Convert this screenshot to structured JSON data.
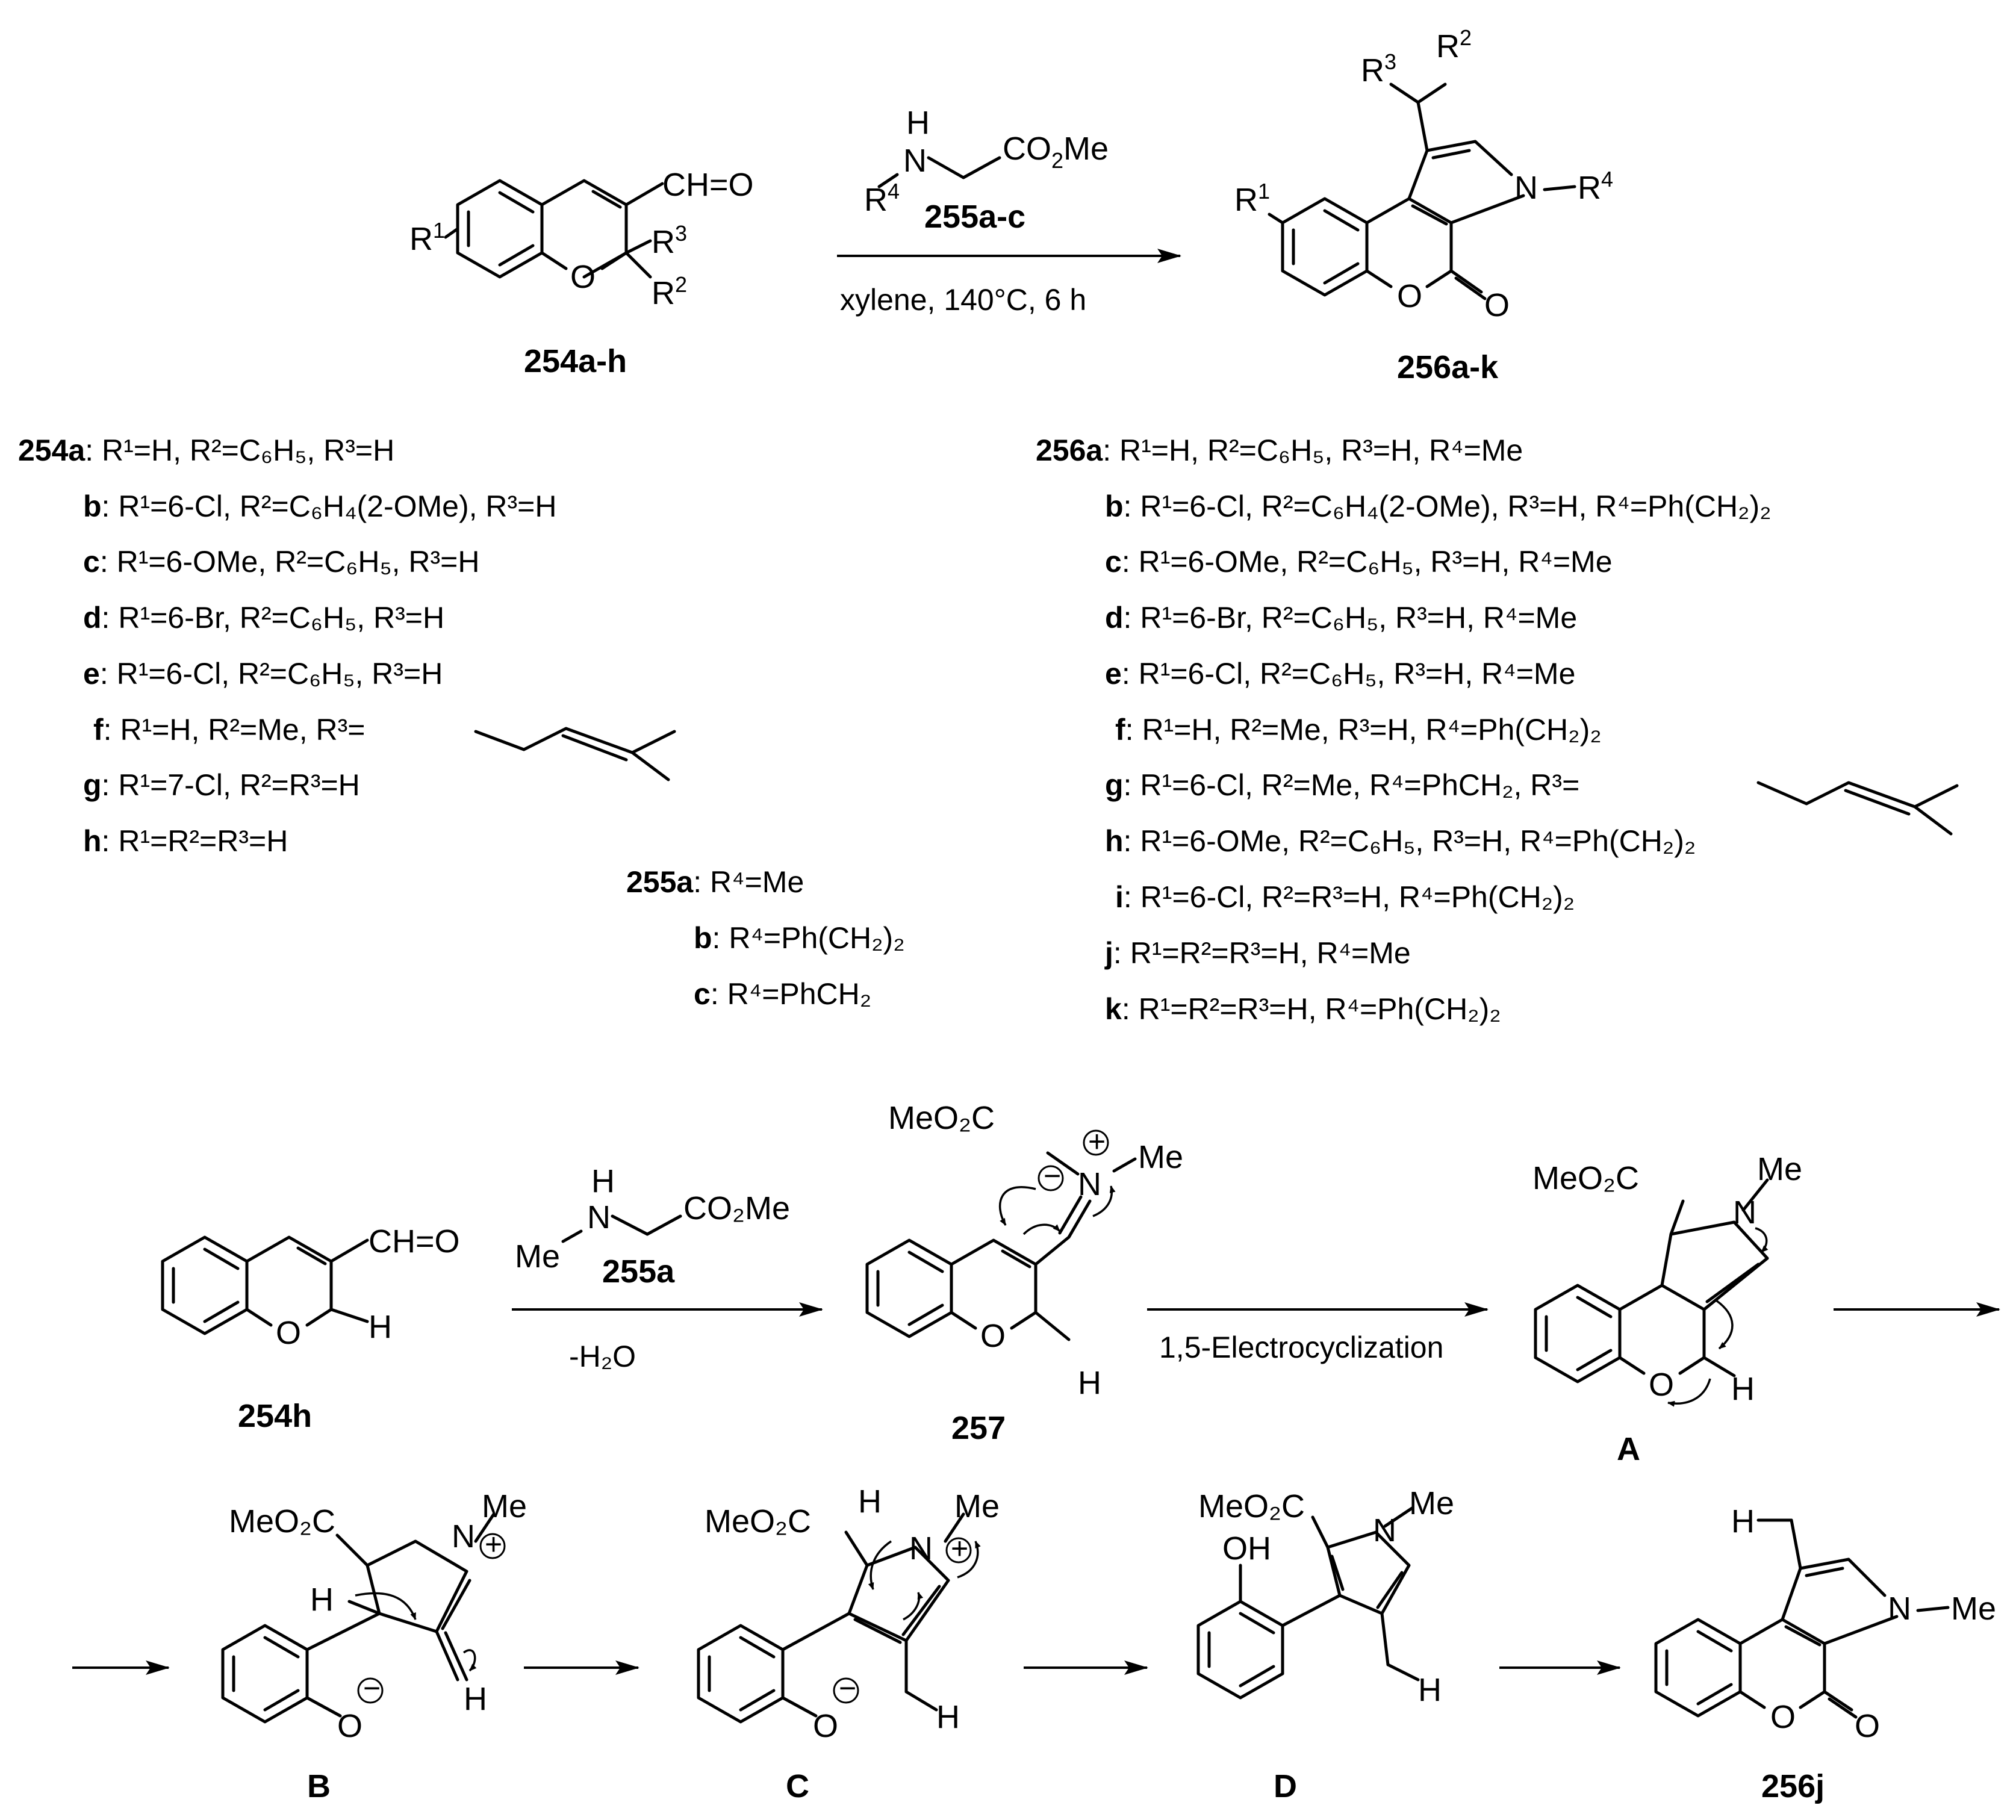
{
  "scheme1": {
    "reactant": {
      "label": "254a-h",
      "r1": "R",
      "r1_sup": "1",
      "r2": "R",
      "r2_sup": "2",
      "r3": "R",
      "r3_sup": "3",
      "cho": "CH=O",
      "o": "O"
    },
    "reagent": {
      "label": "255a-c",
      "nh": "N",
      "h": "H",
      "r4": "R",
      "r4_sup": "4",
      "ester": "CO",
      "ester_sub": "2",
      "ester_tail": "Me"
    },
    "conditions": "xylene, 140°C, 6 h",
    "product": {
      "label": "256a-k",
      "r1": "R",
      "r1_sup": "1",
      "r2": "R",
      "r2_sup": "2",
      "r3": "R",
      "r3_sup": "3",
      "n": "N",
      "r4": "R",
      "r4_sup": "4",
      "o_ring": "O",
      "o_carbonyl": "O"
    }
  },
  "table_254": {
    "title_bold": "254a",
    "rows": [
      {
        "key": "254a",
        "text": ": R¹=H, R²=C₆H₅, R³=H"
      },
      {
        "key": "b",
        "text": ": R¹=6-Cl, R²=C₆H₄(2-OMe), R³=H"
      },
      {
        "key": "c",
        "text": ": R¹=6-OMe, R²=C₆H₅, R³=H"
      },
      {
        "key": "d",
        "text": ": R¹=6-Br, R²=C₆H₅, R³=H"
      },
      {
        "key": "e",
        "text": ": R¹=6-Cl, R²=C₆H₅, R³=H"
      },
      {
        "key": "f",
        "text": ": R¹=H, R²=Me, R³="
      },
      {
        "key": "g",
        "text": ": R¹=7-Cl, R²=R³=H"
      },
      {
        "key": "h",
        "text": ": R¹=R²=R³=H"
      }
    ]
  },
  "table_255": {
    "rows": [
      {
        "key": "255a",
        "text": ": R⁴=Me"
      },
      {
        "key": "b",
        "text": ": R⁴=Ph(CH₂)₂"
      },
      {
        "key": "c",
        "text": ": R⁴=PhCH₂"
      }
    ]
  },
  "table_256": {
    "rows": [
      {
        "key": "256a",
        "text": ": R¹=H, R²=C₆H₅, R³=H, R⁴=Me"
      },
      {
        "key": "b",
        "text": ": R¹=6-Cl, R²=C₆H₄(2-OMe), R³=H, R⁴=Ph(CH₂)₂"
      },
      {
        "key": "c",
        "text": ": R¹=6-OMe, R²=C₆H₅, R³=H, R⁴=Me"
      },
      {
        "key": "d",
        "text": ": R¹=6-Br, R²=C₆H₅, R³=H, R⁴=Me"
      },
      {
        "key": "e",
        "text": ": R¹=6-Cl, R²=C₆H₅, R³=H, R⁴=Me"
      },
      {
        "key": "f",
        "text": ": R¹=H, R²=Me, R³=H, R⁴=Ph(CH₂)₂"
      },
      {
        "key": "g",
        "text": ": R¹=6-Cl, R²=Me, R⁴=PhCH₂, R³="
      },
      {
        "key": "h",
        "text": ": R¹=6-OMe, R²=C₆H₅, R³=H, R⁴=Ph(CH₂)₂"
      },
      {
        "key": "i",
        "text": ": R¹=6-Cl, R²=R³=H, R⁴=Ph(CH₂)₂"
      },
      {
        "key": "j",
        "text": ": R¹=R²=R³=H, R⁴=Me"
      },
      {
        "key": "k",
        "text": ": R¹=R²=R³=H, R⁴=Ph(CH₂)₂"
      }
    ]
  },
  "mechanism": {
    "s254h": {
      "label": "254h",
      "cho": "CH=O",
      "h": "H",
      "o": "O"
    },
    "reagent": {
      "label": "255a",
      "n": "N",
      "h": "H",
      "me": "Me",
      "ester": "CO₂Me",
      "loss": "-H₂O"
    },
    "s257": {
      "label": "257",
      "ester": "MeO₂C",
      "n": "N",
      "me": "Me",
      "plus": "+",
      "minus": "−",
      "h": "H",
      "o": "O"
    },
    "step": "1,5-Electrocyclization",
    "sA": {
      "label": "A",
      "ester": "MeO₂C",
      "n": "N",
      "me": "Me",
      "h": "H",
      "o": "O"
    },
    "sB": {
      "label": "B",
      "ester": "MeO₂C",
      "n": "N",
      "me": "Me",
      "plus": "+",
      "minus": "−",
      "h1": "H",
      "h2": "H",
      "o": "O"
    },
    "sC": {
      "label": "C",
      "ester": "MeO₂C",
      "n": "N",
      "me": "Me",
      "plus": "+",
      "minus": "−",
      "h1": "H",
      "h2": "H",
      "o": "O"
    },
    "sD": {
      "label": "D",
      "ester": "MeO₂C",
      "n": "N",
      "me": "Me",
      "oh": "OH",
      "h": "H"
    },
    "s256j": {
      "label": "256j",
      "h": "H",
      "n": "N",
      "me": "Me",
      "o_ring": "O",
      "o_carbonyl": "O"
    }
  }
}
